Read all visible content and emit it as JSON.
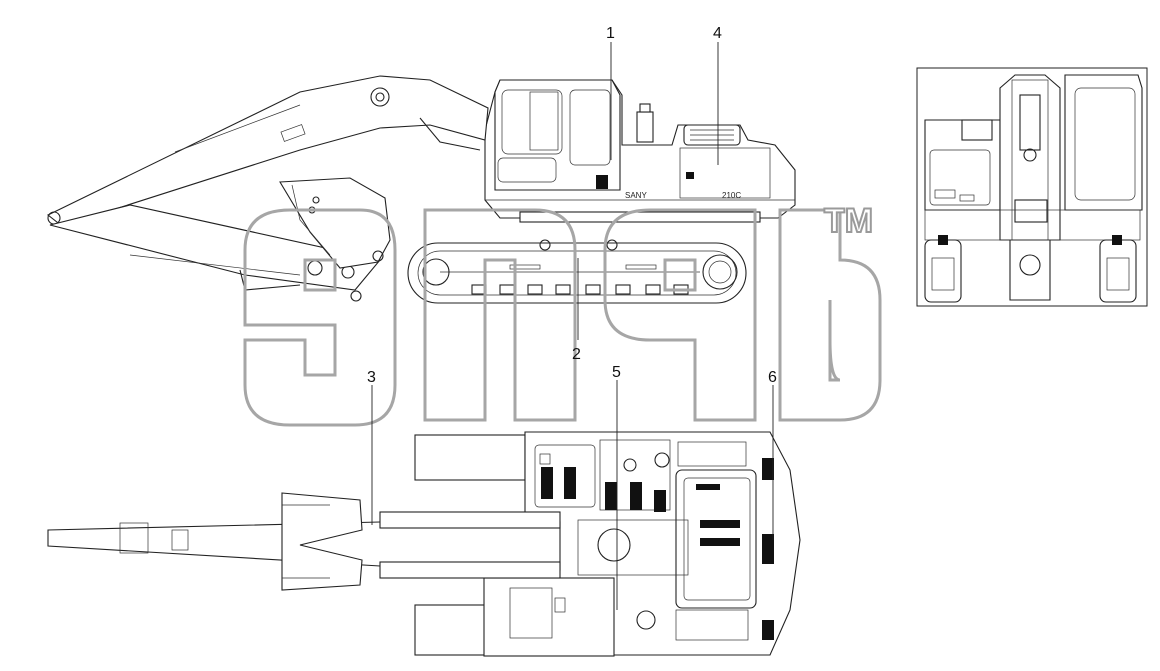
{
  "callouts": [
    {
      "id": "1",
      "text": "1"
    },
    {
      "id": "2",
      "text": "2"
    },
    {
      "id": "3",
      "text": "3"
    },
    {
      "id": "4",
      "text": "4"
    },
    {
      "id": "5",
      "text": "5"
    },
    {
      "id": "6",
      "text": "6"
    }
  ],
  "watermark": {
    "trademark": "TM"
  },
  "decals": {
    "counterweight_model": "210C",
    "cab_brand": "SANY"
  }
}
